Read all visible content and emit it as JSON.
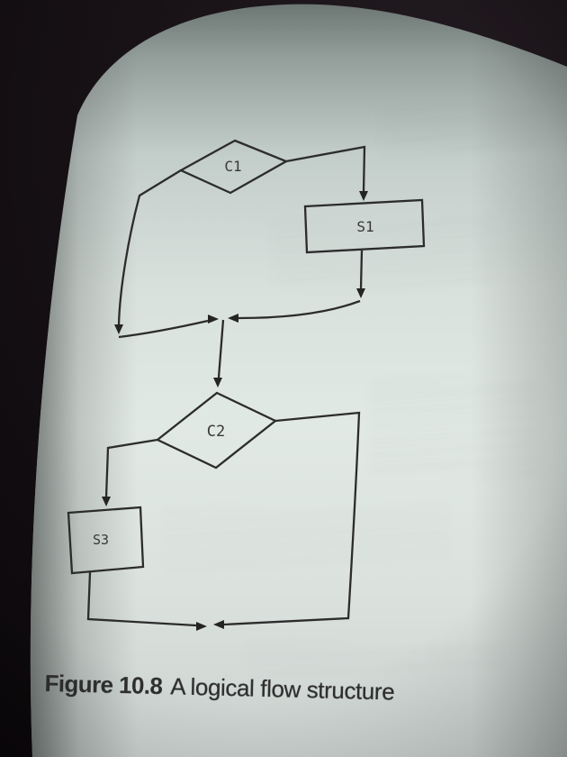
{
  "figure": {
    "caption_prefix": "Figure 10.8",
    "caption_title": "A logical flow structure"
  },
  "flowchart": {
    "nodes": [
      {
        "id": "C1",
        "shape": "decision-diamond",
        "label": "C1"
      },
      {
        "id": "S1",
        "shape": "process-rectangle",
        "label": "S1"
      },
      {
        "id": "C2",
        "shape": "decision-diamond",
        "label": "C2"
      },
      {
        "id": "S3",
        "shape": "process-rectangle",
        "label": "S3"
      }
    ],
    "edges": [
      {
        "from": "C1",
        "to": "S1",
        "branch": "right"
      },
      {
        "from": "C1",
        "to": "merge-1",
        "branch": "left"
      },
      {
        "from": "S1",
        "to": "merge-1"
      },
      {
        "from": "merge-1",
        "to": "C2"
      },
      {
        "from": "C2",
        "to": "merge-2",
        "branch": "right"
      },
      {
        "from": "C2",
        "to": "S3",
        "branch": "left"
      },
      {
        "from": "S3",
        "to": "merge-2"
      }
    ]
  },
  "colors": {
    "ink": "#2c2c2c",
    "page_light": "#e1e9e5",
    "background_dark": "#130e12"
  }
}
